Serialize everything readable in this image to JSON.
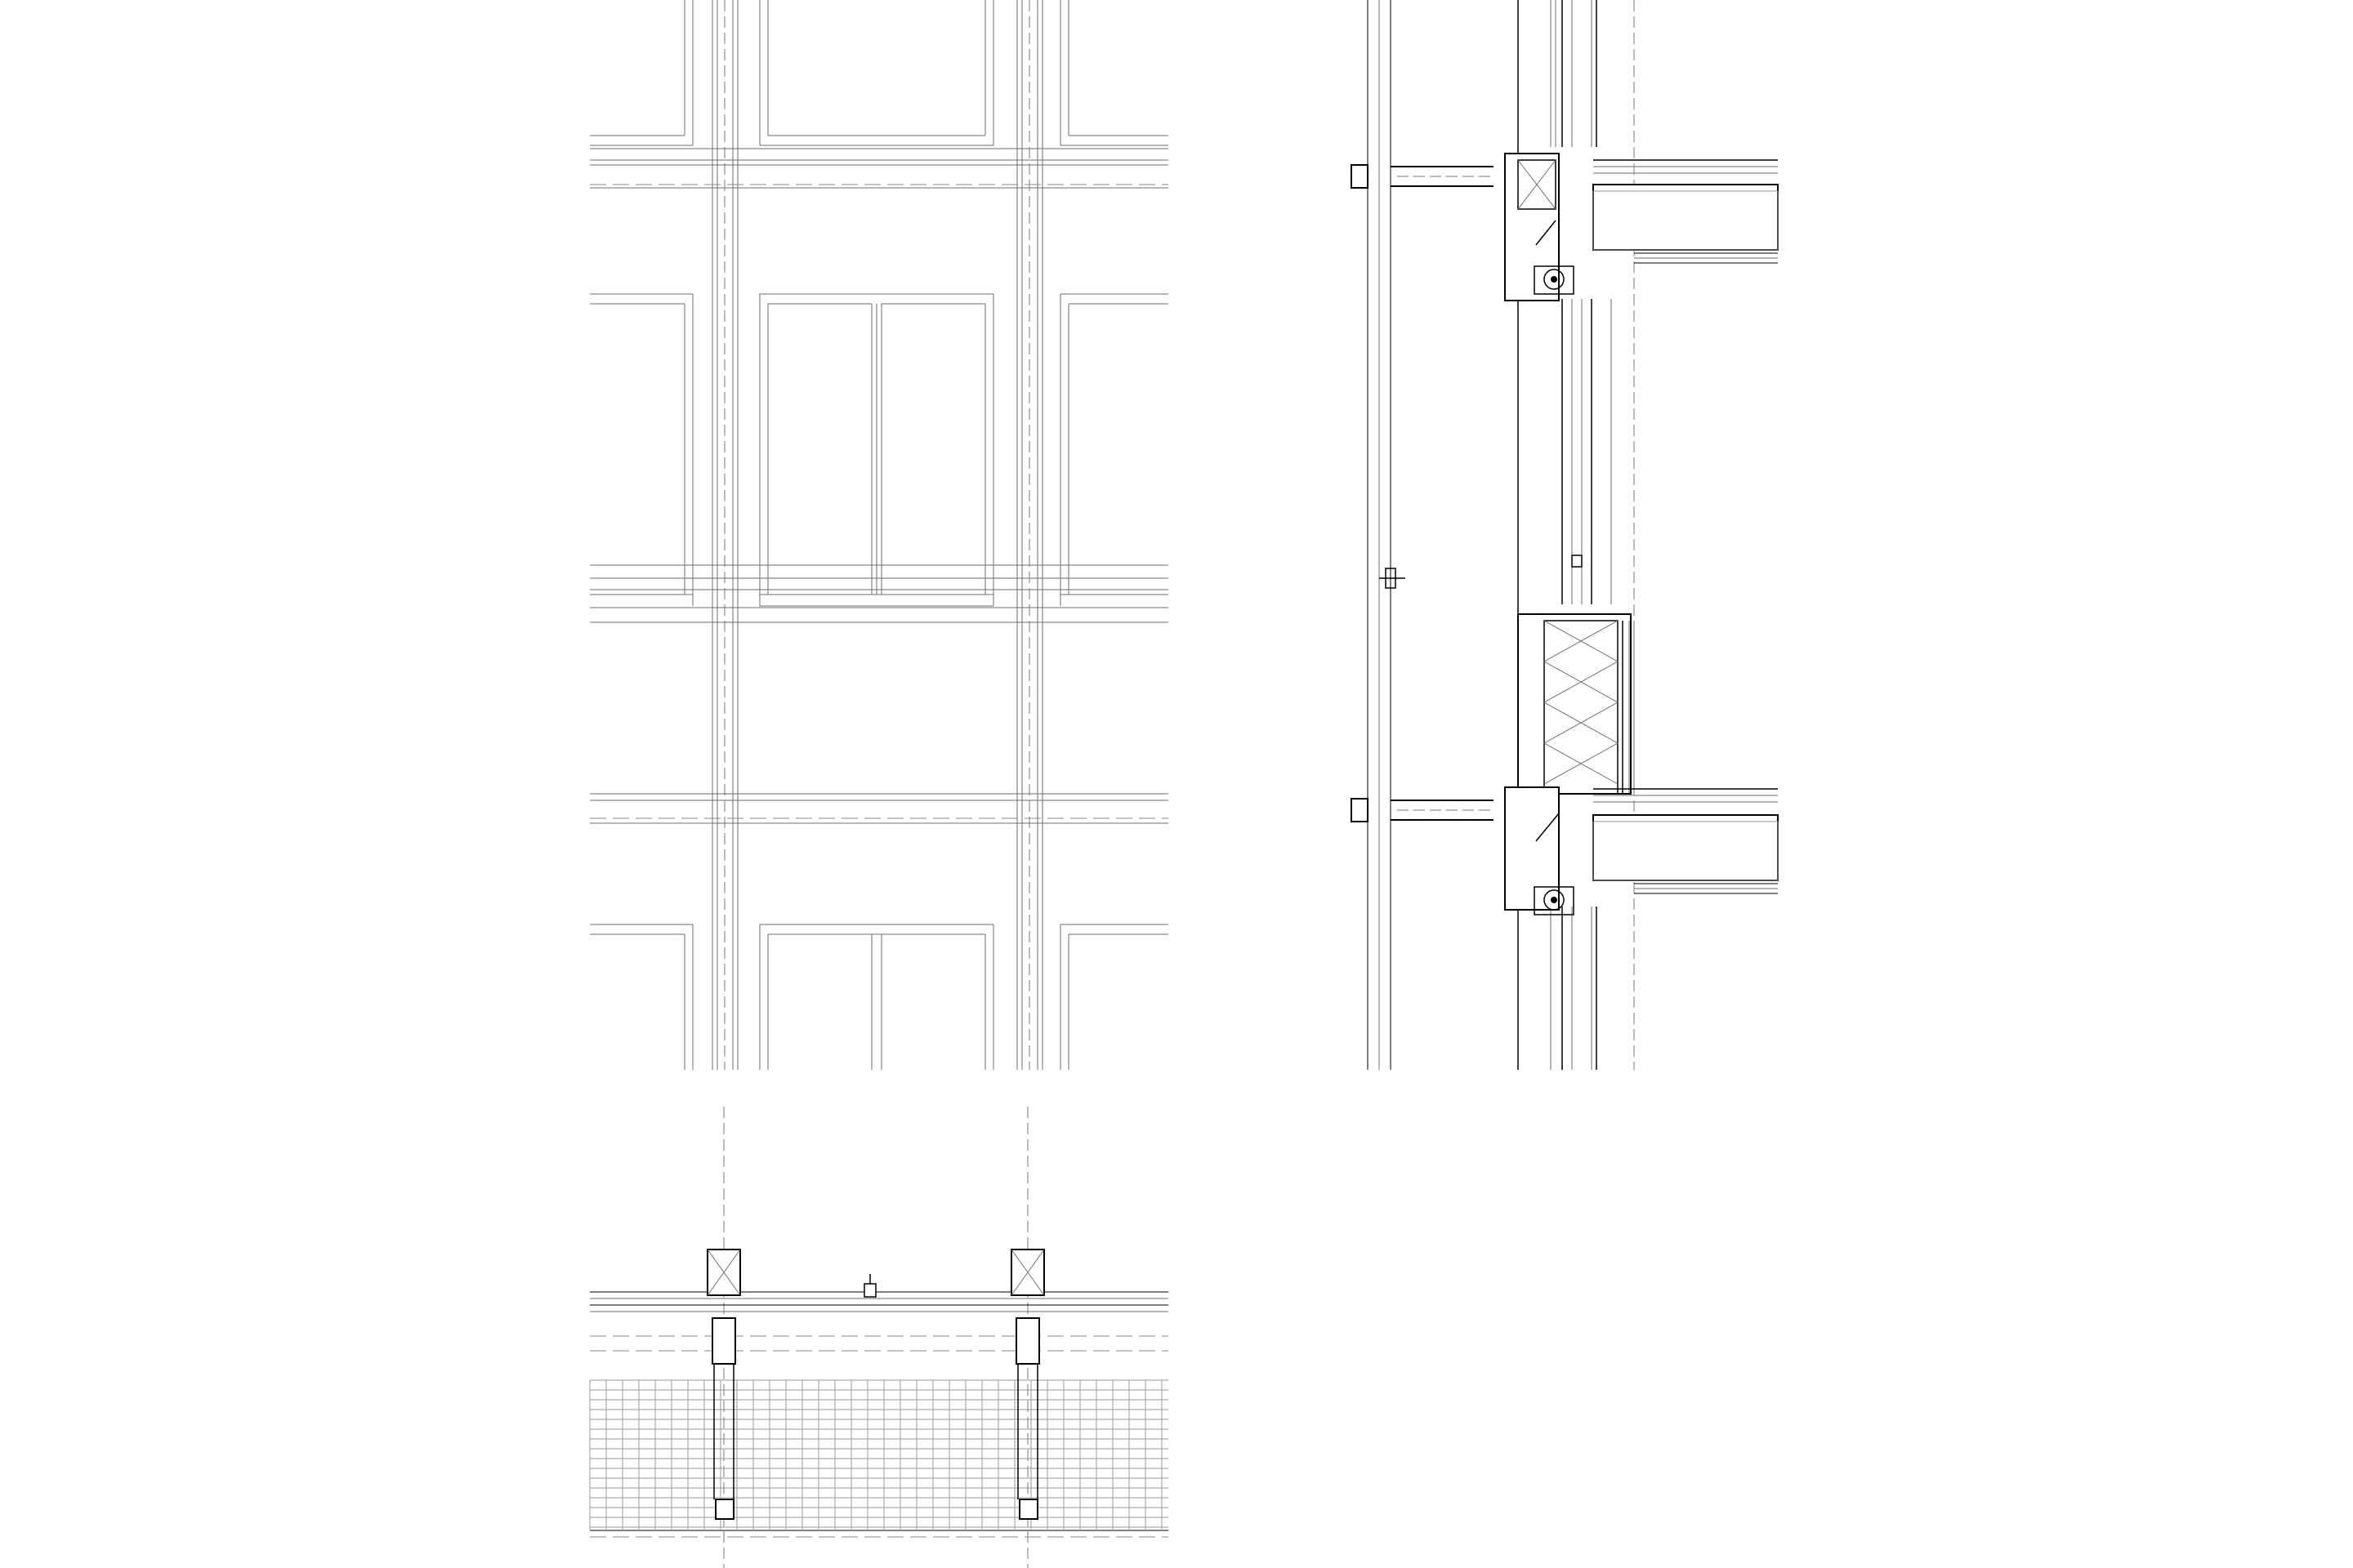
{
  "drawing": {
    "views": [
      {
        "id": "elevation",
        "kind": "facade elevation"
      },
      {
        "id": "section",
        "kind": "vertical section"
      },
      {
        "id": "plan",
        "kind": "horizontal plan section"
      }
    ],
    "colors": {
      "line": "#000000",
      "thin_line": "#6e6e6e",
      "background": "#ffffff"
    }
  }
}
